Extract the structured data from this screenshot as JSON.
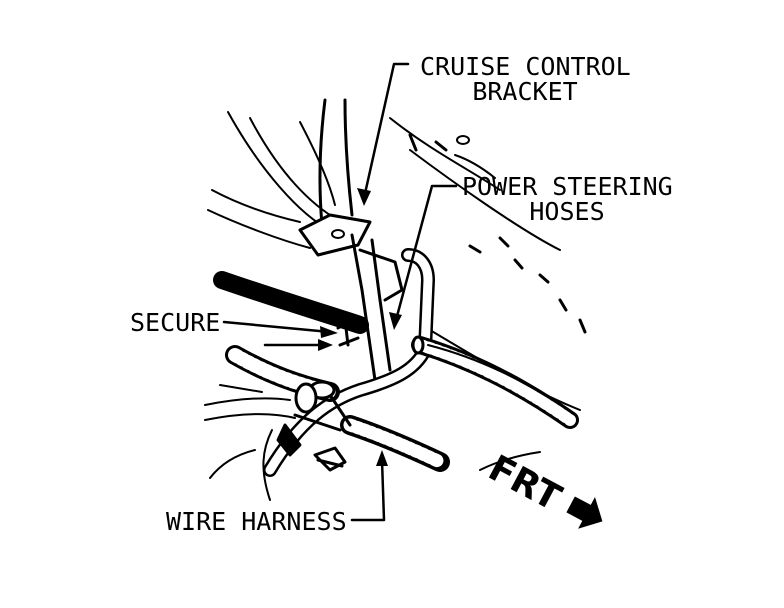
{
  "labels": {
    "cruise_control_bracket": [
      "CRUISE CONTROL",
      "BRACKET"
    ],
    "power_steering_hoses": [
      "POWER STEERING",
      "HOSES"
    ],
    "secure": "SECURE",
    "wire_harness": "WIRE HARNESS",
    "front_marker": "FRT"
  },
  "colors": {
    "ink": "#000000",
    "paper": "#ffffff"
  }
}
